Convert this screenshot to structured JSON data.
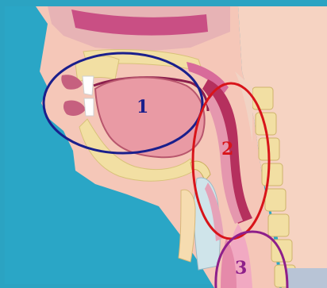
{
  "diagram": {
    "regions": [
      {
        "label": "1",
        "name": "oral-cavity",
        "color": "#1a1f8c"
      },
      {
        "label": "2",
        "name": "pharynx",
        "color": "#d8141a"
      },
      {
        "label": "3",
        "name": "esophagus-entry",
        "color": "#8e1f8a"
      }
    ]
  }
}
